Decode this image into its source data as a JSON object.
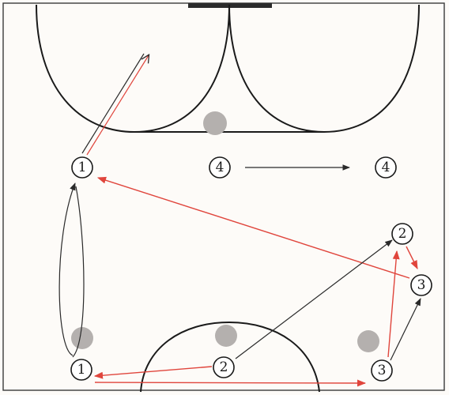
{
  "colors": {
    "background": "#fdfbf8",
    "line": "#1a1a1a",
    "pass_red": "#e0453c",
    "move_black": "#2a2a2a",
    "ball": "#b4b0ae"
  },
  "players": [
    {
      "id": "p1-top",
      "label": "1"
    },
    {
      "id": "p4-left",
      "label": "4"
    },
    {
      "id": "p4-right",
      "label": "4"
    },
    {
      "id": "p2-right",
      "label": "2"
    },
    {
      "id": "p3-right",
      "label": "3"
    },
    {
      "id": "p1-bottom",
      "label": "1"
    },
    {
      "id": "p2-bottom",
      "label": "2"
    },
    {
      "id": "p3-bottom",
      "label": "3"
    }
  ],
  "balls": [
    "ball-goal",
    "ball-left",
    "ball-center",
    "ball-right"
  ]
}
